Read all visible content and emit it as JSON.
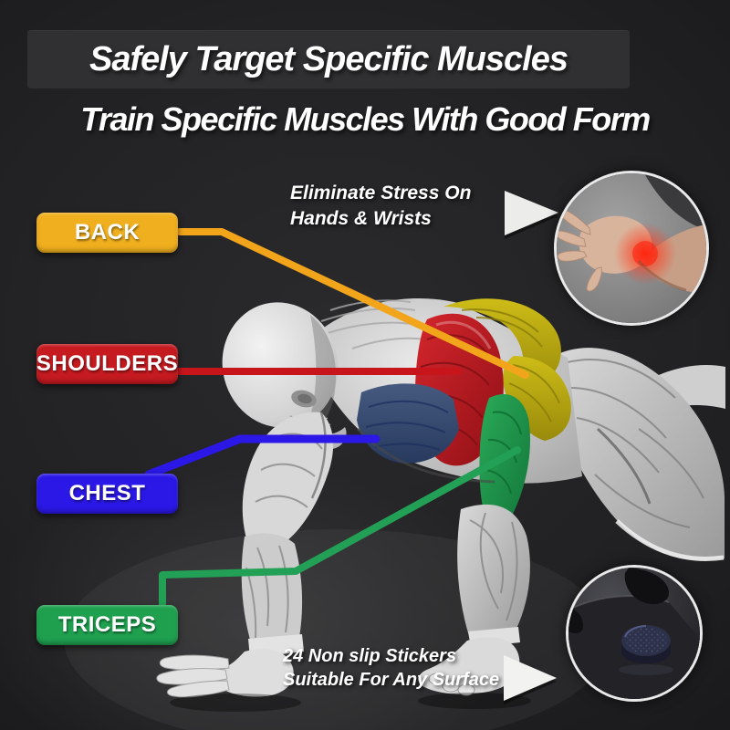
{
  "header": {
    "title": "Safely Target Specific Muscles",
    "subtitle": "Train Specific Muscles With Good Form"
  },
  "annotations": {
    "wrists": {
      "line1": "Eliminate Stress On",
      "line2": "Hands & Wrists"
    },
    "stickers": {
      "line1": "24 Non slip Stickers",
      "line2": "Suitable For Any Surface"
    }
  },
  "muscle_labels": [
    {
      "text": "BACK",
      "color": "#F0AF1E",
      "line_color": "#F2A51B",
      "muscle_color": "#BDAC10"
    },
    {
      "text": "SHOULDERS",
      "color": "#C41A20",
      "line_color": "#C8151C",
      "muscle_color": "#C01A20"
    },
    {
      "text": "CHEST",
      "color": "#2B18E6",
      "line_color": "#2B18E6",
      "muscle_color": "#3A5286"
    },
    {
      "text": "TRICEPS",
      "color": "#1FA04F",
      "line_color": "#22A156",
      "muscle_color": "#1E9E4C"
    }
  ],
  "colors": {
    "background": "#232325",
    "title_box": "#303032",
    "text": "#FFFFFF",
    "arrow": "#EFEFED",
    "pain_glow": "#FF3A1E"
  }
}
